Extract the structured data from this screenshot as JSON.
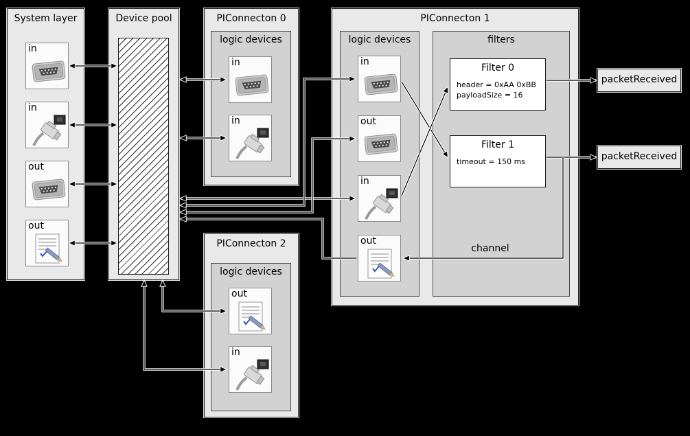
{
  "diagram": {
    "background_color": "#000000",
    "panel_fill": "#e9e9e9",
    "subpanel_fill": "#d2d2d2"
  },
  "system_layer": {
    "title": "System layer",
    "devices": [
      {
        "label": "in",
        "icon": "serial-port-icon"
      },
      {
        "label": "in",
        "icon": "ethernet-icon"
      },
      {
        "label": "out",
        "icon": "serial-port-icon"
      },
      {
        "label": "out",
        "icon": "script-icon"
      }
    ]
  },
  "device_pool": {
    "title": "Device pool"
  },
  "piconnecton0": {
    "title": "PIConnecton 0",
    "logic_devices_title": "logic devices",
    "devices": [
      {
        "label": "in",
        "icon": "serial-port-icon"
      },
      {
        "label": "in",
        "icon": "ethernet-icon"
      }
    ]
  },
  "piconnecton1": {
    "title": "PIConnecton 1",
    "logic_devices_title": "logic devices",
    "filters_title": "filters",
    "devices": [
      {
        "label": "in",
        "icon": "serial-port-icon"
      },
      {
        "label": "out",
        "icon": "serial-port-icon"
      },
      {
        "label": "in",
        "icon": "ethernet-icon"
      },
      {
        "label": "out",
        "icon": "script-icon"
      }
    ],
    "filters": [
      {
        "title": "Filter 0",
        "lines": [
          "header = 0xAA 0xBB",
          "payloadSize = 16"
        ]
      },
      {
        "title": "Filter 1",
        "lines": [
          "timeout = 150 ms"
        ]
      }
    ],
    "channel_label": "channel"
  },
  "piconnecton2": {
    "title": "PIConnecton 2",
    "logic_devices_title": "logic devices",
    "devices": [
      {
        "label": "out",
        "icon": "script-icon"
      },
      {
        "label": "in",
        "icon": "ethernet-icon"
      }
    ]
  },
  "outputs": [
    {
      "label": "packetReceived"
    },
    {
      "label": "packetReceived"
    }
  ]
}
